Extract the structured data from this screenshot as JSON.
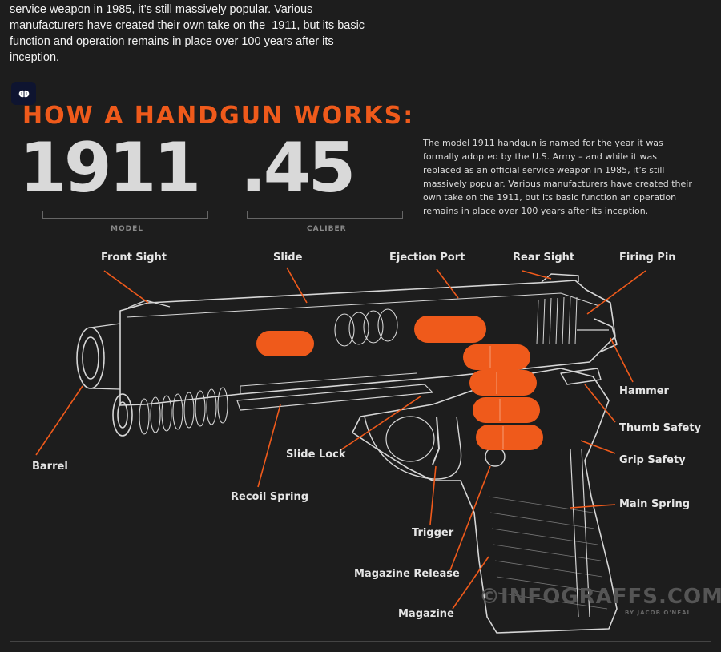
{
  "intro_text": "service weapon in 1985, it’s still massively popular. Various manufacturers have created their own take on the  1911, but its basic function and operation remains in place over 100 years after its inception.",
  "brain_button_icon": "brain-icon",
  "headline": "HOW  A HANDGUN WORKS:",
  "model_number": "1911",
  "model_caption": "MODEL",
  "caliber_number": ".45",
  "caliber_caption": "CALIBER",
  "description": "The model 1911 handgun is named for the year it was formally adopted by the U.S. Army – and while it was replaced as an official service weapon in 1985, it’s still massively popular. Various manufacturers have created their own take on the 1911, but its basic function an operation remains in place over 100 years after its inception.",
  "labels": {
    "front_sight": "Front Sight",
    "slide": "Slide",
    "ejection_port": "Ejection Port",
    "rear_sight": "Rear Sight",
    "firing_pin": "Firing Pin",
    "hammer": "Hammer",
    "thumb_safety": "Thumb Safety",
    "grip_safety": "Grip Safety",
    "main_spring": "Main Spring",
    "barrel": "Barrel",
    "slide_lock": "Slide Lock",
    "recoil_spring": "Recoil Spring",
    "trigger": "Trigger",
    "magazine_release": "Magazine Release",
    "magazine": "Magazine"
  },
  "watermark": "©INFOGRAFFS.COM",
  "watermark_byline": "BY JACOB O'NEAL",
  "colors": {
    "accent": "#ef5a1b",
    "background": "#1d1d1d",
    "outline": "#d9d9d9"
  }
}
